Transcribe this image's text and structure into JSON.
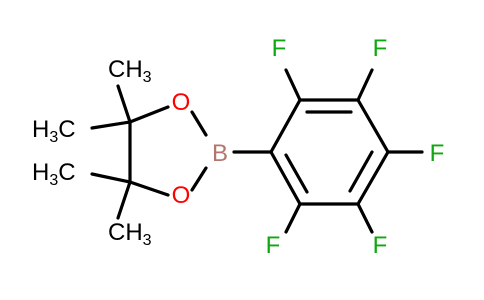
{
  "colors": {
    "bond": "#000000",
    "oxygen": "#ff0000",
    "boron": "#b5756f",
    "fluorine": "#0da80d",
    "carbon_label": "#000000"
  },
  "atoms": {
    "o_upper": "O",
    "o_lower": "O",
    "boron": "B",
    "f1": "F",
    "f2": "F",
    "f3": "F",
    "f4": "F",
    "f5": "F",
    "ch3_top": {
      "main": "CH",
      "sub": "3"
    },
    "ch3_upper_left": {
      "main": "H",
      "sub": "3",
      "tail": "C"
    },
    "ch3_lower_left": {
      "main": "H",
      "sub": "3",
      "tail": "C"
    },
    "ch3_bottom": {
      "main": "CH",
      "sub": "3"
    }
  }
}
